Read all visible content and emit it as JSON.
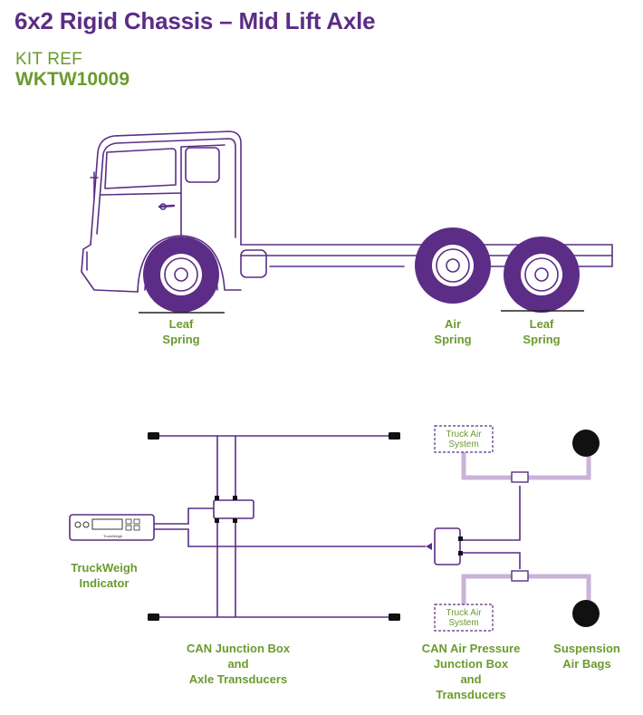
{
  "header": {
    "title": "6x2 Rigid Chassis – Mid Lift Axle",
    "kit_ref_label": "KIT REF",
    "kit_ref_code": "WKTW10009"
  },
  "colors": {
    "purple": "#5b2d86",
    "green": "#6a9b2e",
    "light_purple": "#c9b3d9",
    "black": "#111111"
  },
  "truck": {
    "axle_labels": [
      {
        "line1": "Leaf",
        "line2": "Spring"
      },
      {
        "line1": "Air",
        "line2": "Spring"
      },
      {
        "line1": "Leaf",
        "line2": "Spring"
      }
    ]
  },
  "wiring": {
    "indicator_brand": "TruckWeigh",
    "indicator_label": {
      "line1": "TruckWeigh",
      "line2": "Indicator"
    },
    "junction_label": {
      "line1": "CAN Junction Box",
      "line2": "and",
      "line3": "Axle Transducers"
    },
    "air_label": {
      "line1": "CAN Air Pressure",
      "line2": "Junction Box",
      "line3": "and",
      "line4": "Transducers"
    },
    "bags_label": {
      "line1": "Suspension",
      "line2": "Air Bags"
    },
    "air_system_box": {
      "line1": "Truck Air",
      "line2": "System"
    }
  }
}
